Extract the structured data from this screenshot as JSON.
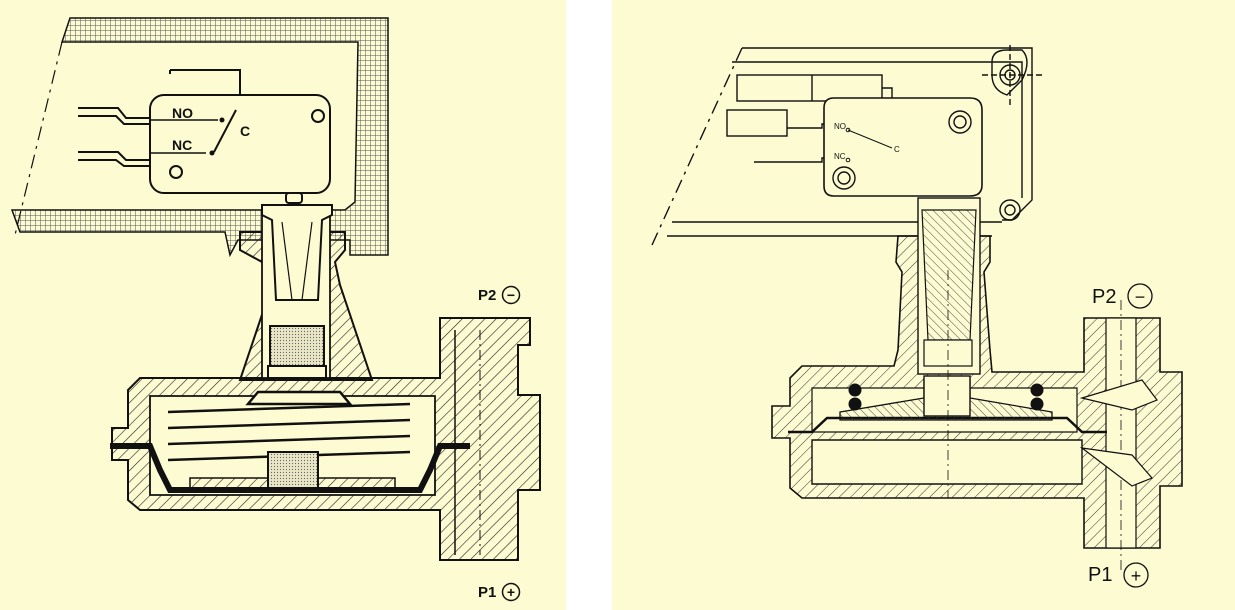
{
  "left_diagram": {
    "switch_labels": {
      "no": "NO",
      "nc": "NC",
      "c": "C"
    },
    "ports": {
      "p2": "P2",
      "p2_sign": "−",
      "p1": "P1",
      "p1_sign": "+"
    }
  },
  "right_diagram": {
    "switch_labels": {
      "no": "NO",
      "nc": "NC",
      "c": "C"
    },
    "ports": {
      "p2": "P2",
      "p2_sign": "−",
      "p1": "P1",
      "p1_sign": "+"
    }
  },
  "colors": {
    "background": "#fdfbd2",
    "ink": "#111111",
    "hatch": "#222222",
    "gauze": "#888888"
  }
}
